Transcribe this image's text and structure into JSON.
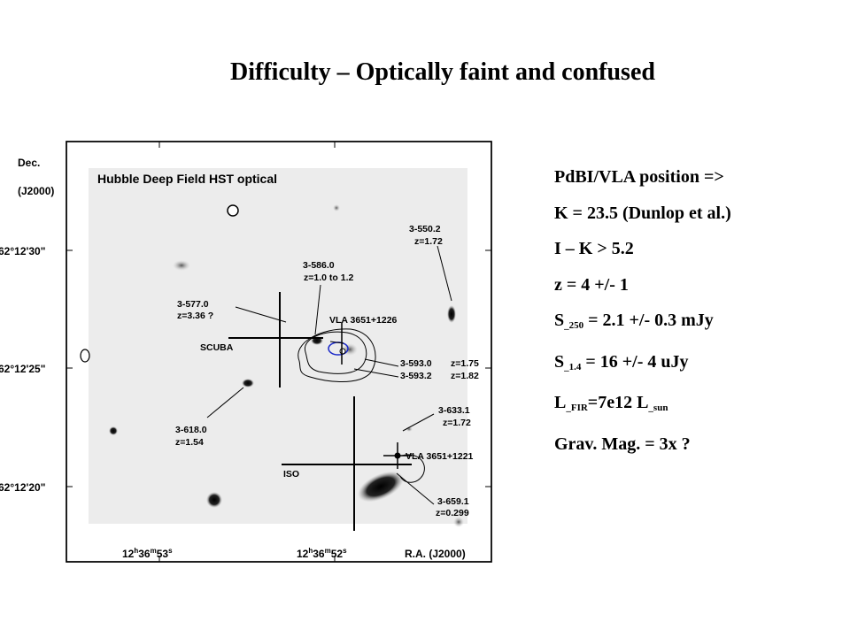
{
  "slide": {
    "title": "Difficulty – Optically faint and confused"
  },
  "figure": {
    "panel_title": "Hubble Deep Field HST optical",
    "dec_label_line1": "Dec.",
    "dec_label_line2": "(J2000)",
    "dec_ticks": [
      "62°12'30\"",
      "62°12'25\"",
      "62°12'20\""
    ],
    "ra_ticks": {
      "t1": {
        "h": "12",
        "m": "36",
        "s": "53",
        "hs": "h",
        "ms": "m",
        "ss": "s"
      },
      "t2": {
        "h": "12",
        "m": "36",
        "s": "52",
        "hs": "h",
        "ms": "m",
        "ss": "s"
      },
      "label": "R.A. (J2000)"
    },
    "instrument_labels": {
      "scuba": "SCUBA",
      "iso": "ISO"
    },
    "sources": {
      "s550_2": {
        "name": "3-550.2",
        "z": "z=1.72"
      },
      "s586_0": {
        "name": "3-586.0",
        "z": "z=1.0 to 1.2"
      },
      "s577_0": {
        "name": "3-577.0",
        "z": "z=3.36 ?"
      },
      "vla1226": {
        "name": "VLA 3651+1226"
      },
      "s593_0": {
        "name": "3-593.0",
        "z": "z=1.75"
      },
      "s593_2": {
        "name": "3-593.2",
        "z": "z=1.82"
      },
      "s618_0": {
        "name": "3-618.0",
        "z": "z=1.54"
      },
      "s633_1": {
        "name": "3-633.1",
        "z": "z=1.72"
      },
      "vla1221": {
        "name": "VLA 3651+1221"
      },
      "s659_1": {
        "name": "3-659.1",
        "z": "z=0.299"
      }
    }
  },
  "properties": {
    "position": "PdBI/VLA position =>",
    "k_mag": "K = 23.5 (Dunlop et al.)",
    "color": "I – K > 5.2",
    "redshift": "z = 4 +/- 1",
    "s250": {
      "symbol": "S",
      "sub": "_250",
      "value": " = 2.1 +/- 0.3 mJy"
    },
    "s14": {
      "symbol": "S",
      "sub": "_1.4",
      "value": " = 16 +/- 4 uJy"
    },
    "lfir": {
      "symbol": "L",
      "sub": "_FIR",
      "value": "=7e12 L",
      "sub2": "_sun"
    },
    "lensing": "Grav. Mag. = 3x ?"
  }
}
